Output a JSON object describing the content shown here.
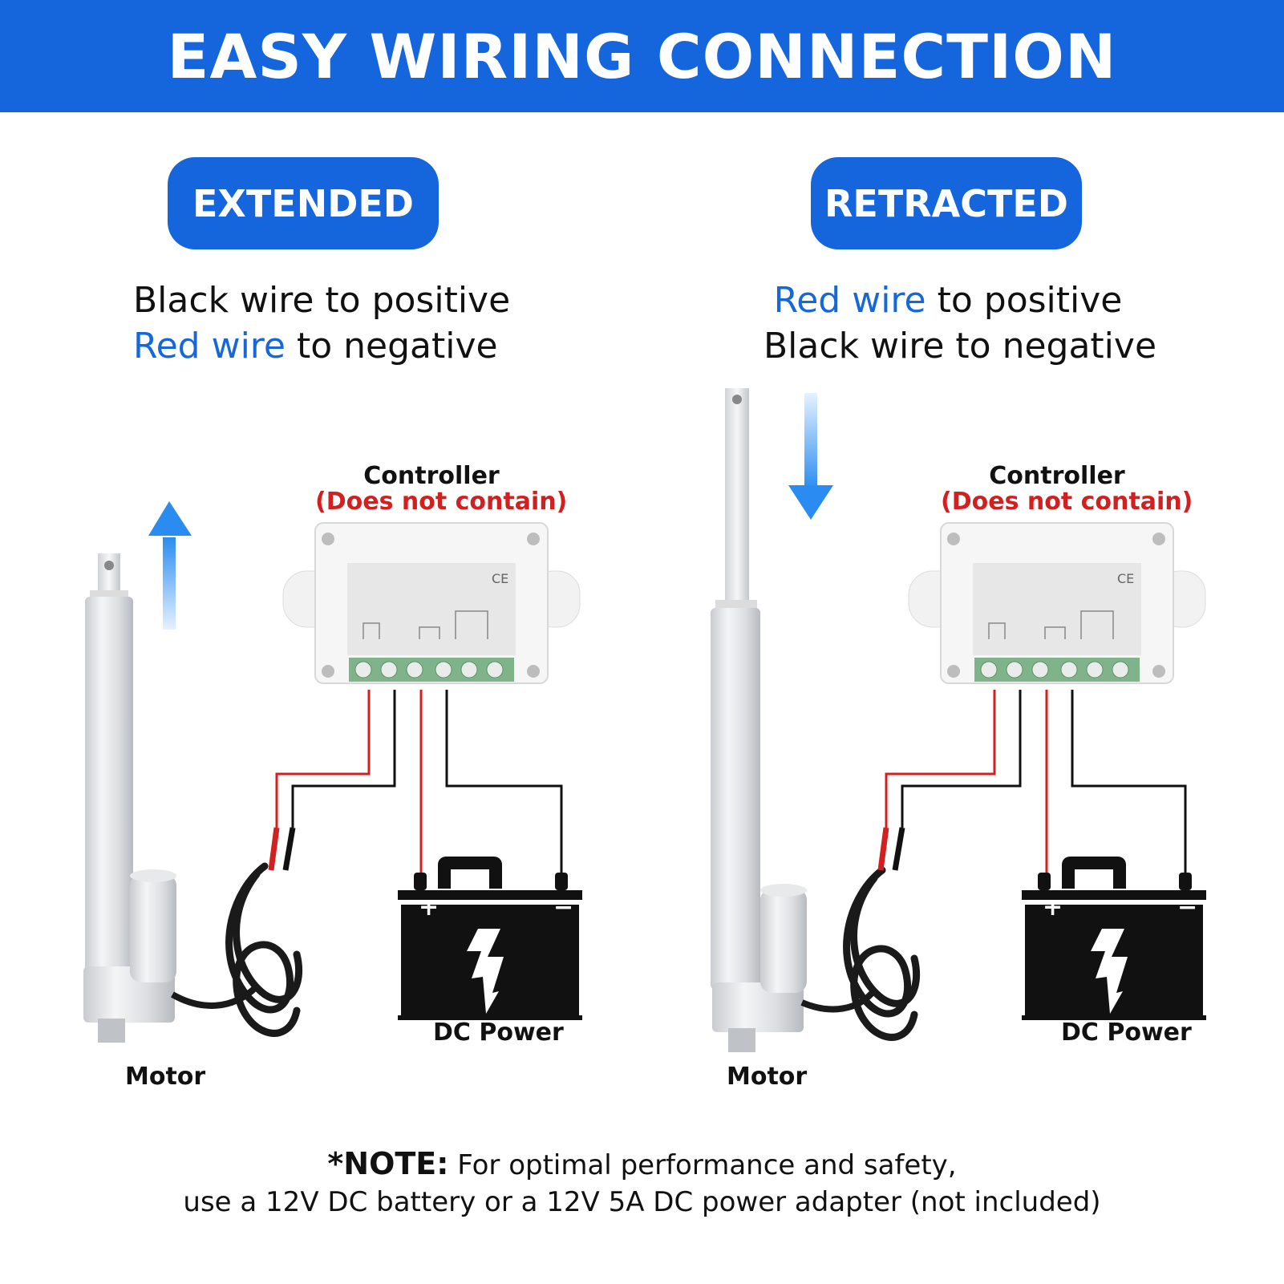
{
  "header": {
    "title": "EASY WIRING CONNECTION"
  },
  "colors": {
    "brand_blue": "#1565dc",
    "highlight_blue": "#1668d9",
    "red_wire": "#d22020",
    "black_wire": "#111111"
  },
  "panels": [
    {
      "mode_label": "EXTENDED",
      "line1": {
        "highlight": "",
        "rest": "Black wire to positive"
      },
      "line2": {
        "highlight": "Red wire",
        "rest": " to negative"
      },
      "controller_label": "Controller",
      "controller_note": "(Does not contain)",
      "motor_label": "Motor",
      "power_label": "DC Power",
      "arrow_icon": "arrow-up-icon"
    },
    {
      "mode_label": "RETRACTED",
      "line1": {
        "highlight": "Red wire",
        "rest": " to positive"
      },
      "line2": {
        "highlight": "",
        "rest": "Black wire to negative"
      },
      "controller_label": "Controller",
      "controller_note": "(Does not contain)",
      "motor_label": "Motor",
      "power_label": "DC Power",
      "arrow_icon": "arrow-down-icon"
    }
  ],
  "battery": {
    "plus": "+",
    "minus": "−"
  },
  "note": {
    "prefix": "*NOTE:",
    "line1": " For optimal performance and safety,",
    "line2": "use a 12V DC battery or a 12V 5A DC power adapter (not included)"
  }
}
